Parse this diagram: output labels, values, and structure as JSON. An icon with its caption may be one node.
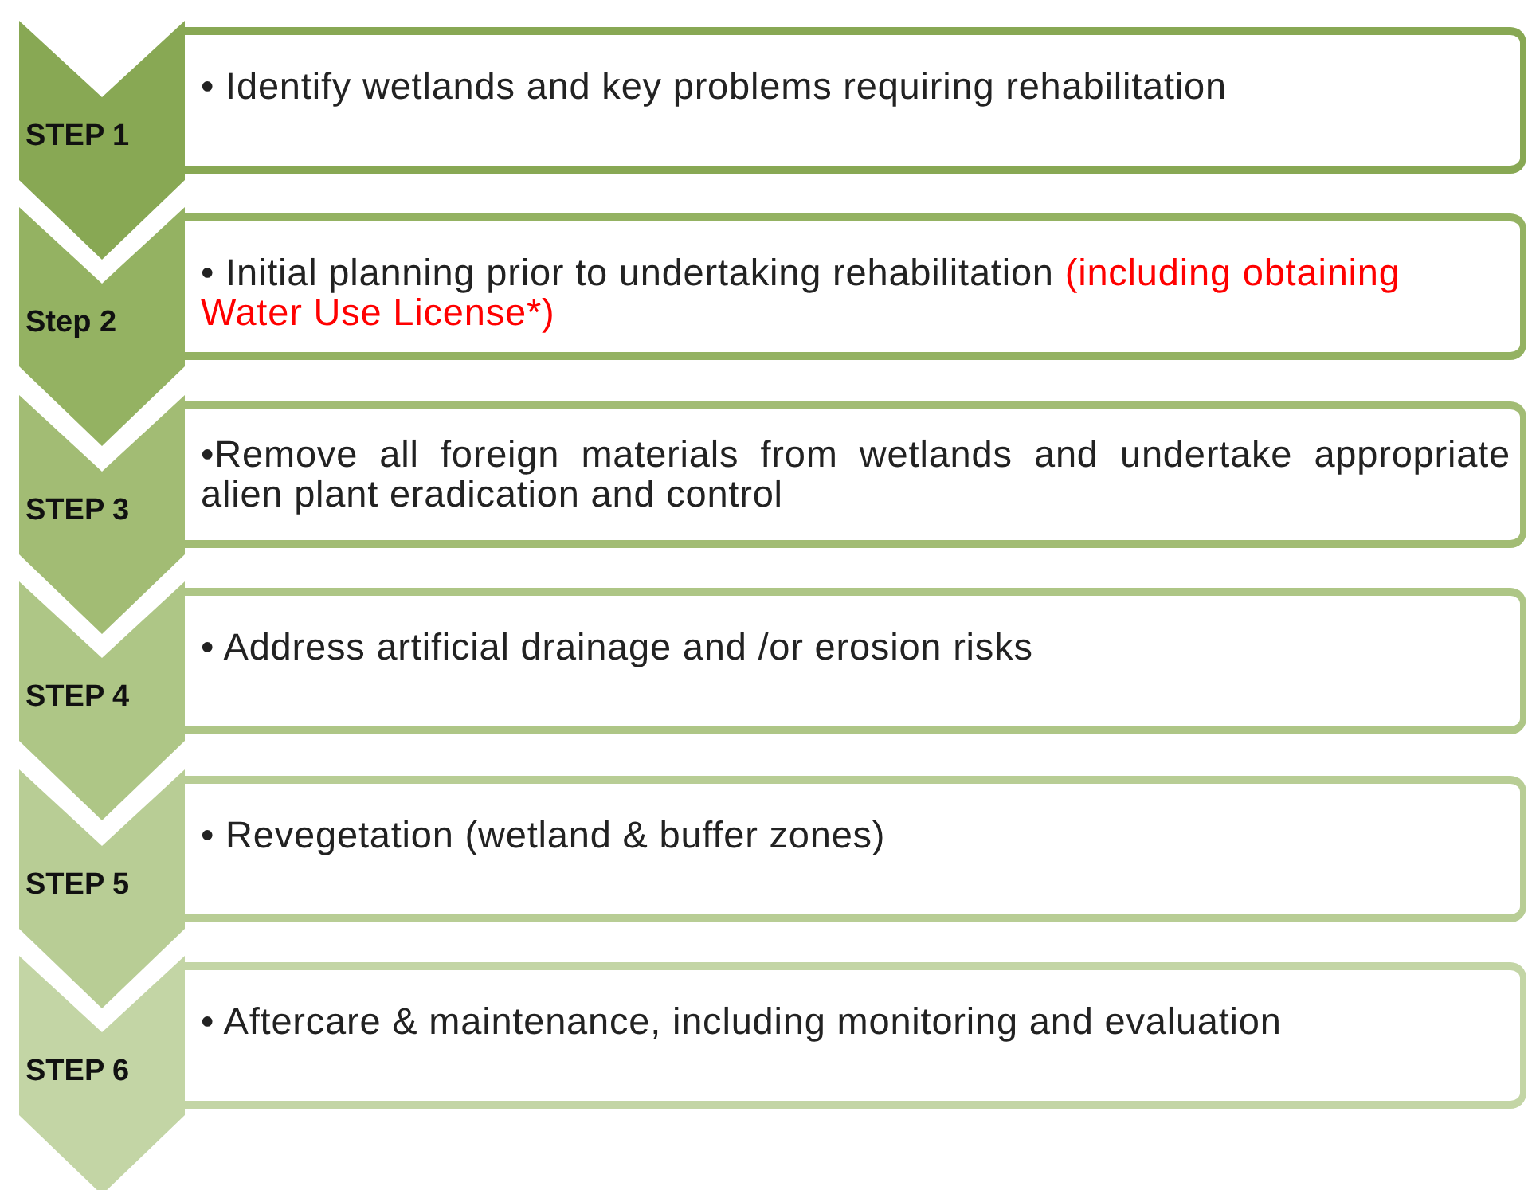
{
  "diagram": {
    "nodes": [
      {
        "text": [
          "STEP 1"
        ]
      },
      {
        "text": [
          "• Identify wetlands and key problems requiring rehabilitation"
        ]
      },
      {
        "text": [
          "Step 2"
        ]
      },
      {
        "text": [
          "• Initial planning prior to undertaking rehabilitation",
          "(including obtaining Water Use License*)"
        ]
      },
      {
        "text": [
          "STEP 3"
        ]
      },
      {
        "text": [
          "•Remove all foreign materials from wetlands and undertake appropriate alien plant eradication and control"
        ]
      },
      {
        "text": [
          "STEP 4"
        ]
      },
      {
        "text": [
          "• Address artificial drainage and /or erosion risks"
        ]
      },
      {
        "text": [
          "STEP 5"
        ]
      },
      {
        "text": [
          "• Revegetation (wetland & buffer zones)"
        ]
      },
      {
        "text": [
          "STEP 6"
        ]
      },
      {
        "text": [
          "• Aftercare & maintenance, including monitoring and evaluation"
        ]
      }
    ]
  }
}
